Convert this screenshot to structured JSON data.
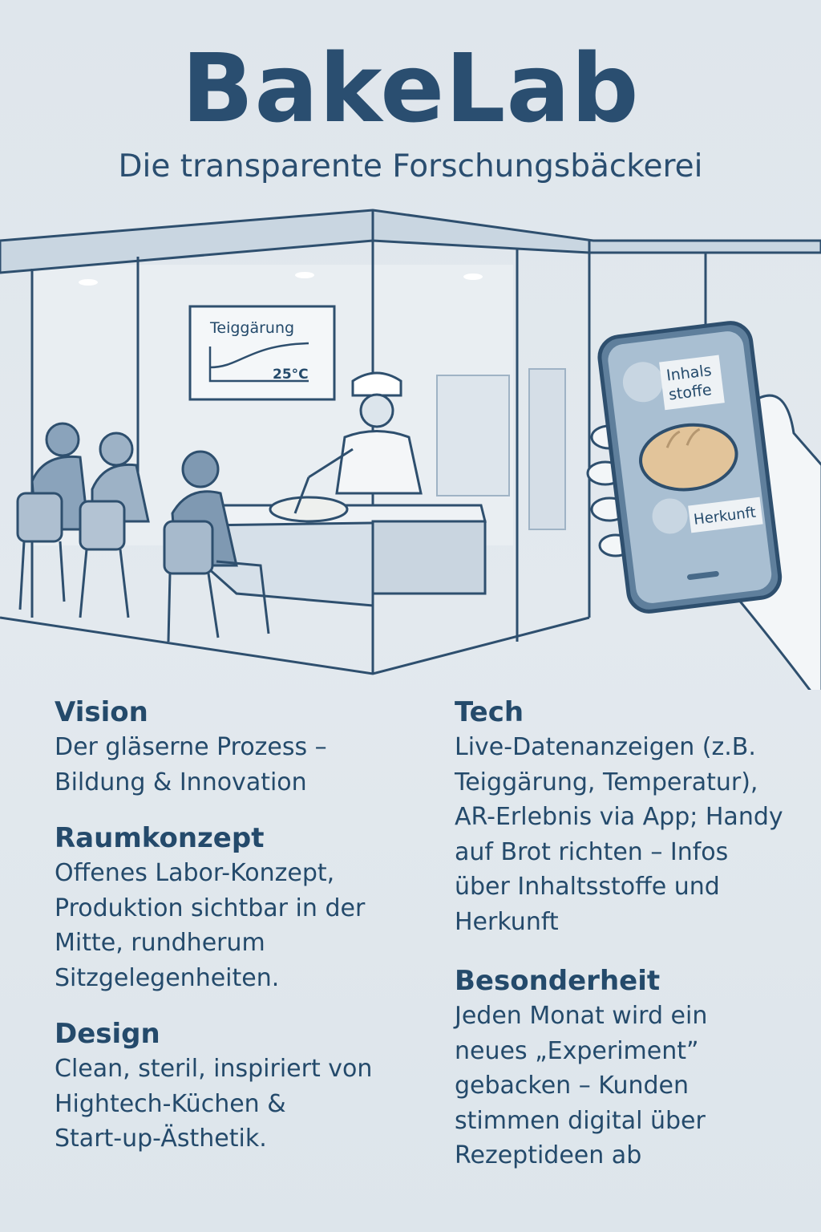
{
  "header": {
    "title": "BakeLab",
    "subtitle": "Die transparente Forschungsbäckerei"
  },
  "illustration": {
    "screen_label": "Teiggärung",
    "screen_temp": "25°C",
    "phone_label_1_line1": "Inhals",
    "phone_label_1_line2": "stoffe",
    "phone_label_2": "Herkunft"
  },
  "colors": {
    "text": "#244a6b",
    "background": "#dfe6ec",
    "bread": "#e2c49a"
  },
  "sections_left": [
    {
      "heading": "Vision",
      "lines": [
        "Der gläserne Prozess –",
        "Bildung & Innovation"
      ]
    },
    {
      "heading": "Raumkonzept",
      "lines": [
        "Offenes Labor-Konzept,",
        "Produktion sichtbar in der",
        "Mitte, rundherum",
        "Sitzgelegenheiten."
      ]
    },
    {
      "heading": "Design",
      "lines": [
        "Clean, steril, inspiriert von",
        "Hightech-Küchen &",
        "Start-up-Ästhetik."
      ]
    }
  ],
  "sections_right": [
    {
      "heading": "Tech",
      "lines": [
        "Live-Datenanzeigen (z.B.",
        "Teiggärung, Temperatur),",
        "AR-Erlebnis via App; Handy",
        "auf Brot richten – Infos",
        "über Inhaltsstoffe und",
        "Herkunft"
      ]
    },
    {
      "heading": "Besonderheit",
      "lines": [
        "Jeden Monat wird ein",
        "neues „Experiment”",
        "gebacken – Kunden",
        "stimmen digital über",
        "Rezeptideen ab"
      ]
    }
  ]
}
